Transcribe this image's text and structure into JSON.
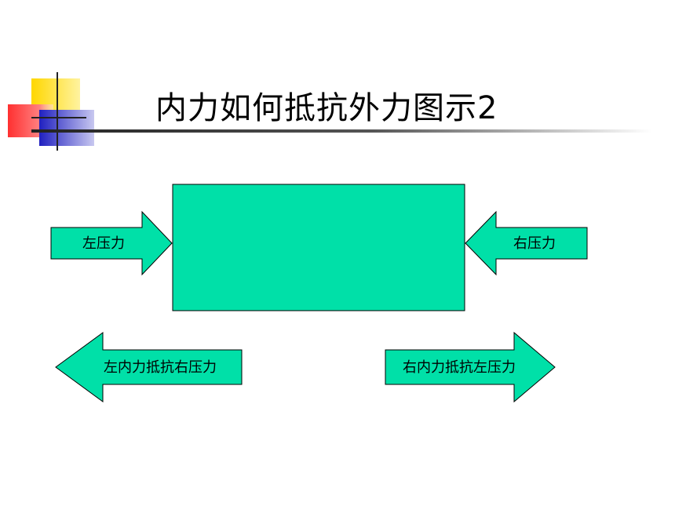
{
  "title": "内力如何抵抗外力图示2",
  "colors": {
    "shape_fill": "#00E0A8",
    "shape_stroke": "#000000",
    "text": "#000000",
    "deco_yellow": "#FFD700",
    "deco_red": "#FF3A3A",
    "deco_blue": "#2A2AC8",
    "rule_dark": "#333333"
  },
  "diagram": {
    "block_label": "",
    "arrows": {
      "left_pressure": "左压力",
      "right_pressure": "右压力",
      "left_internal": "左内力抵抗右压力",
      "right_internal": "右内力抵抗左压力"
    }
  }
}
